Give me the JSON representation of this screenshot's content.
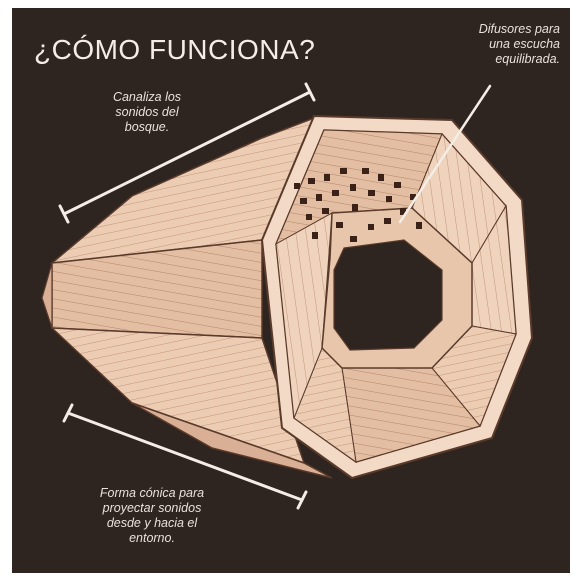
{
  "title": "¿CÓMO FUNCIONA?",
  "annotations": {
    "top_left": [
      "Canaliza los",
      "sonidos del",
      "bosque."
    ],
    "top_right": [
      "Difusores para",
      "una escucha",
      "equilibrada."
    ],
    "bottom": [
      "Forma cónica para",
      "proyectar sonidos",
      "desde y hacia el",
      "entorno."
    ]
  },
  "colors": {
    "background": "#2e2420",
    "text": "#f3ede6",
    "wood_light": "#f0d2bb",
    "wood_mid": "#e6c0a5",
    "wood_shadow": "#c99e83",
    "ink": "#5a3a2a"
  }
}
